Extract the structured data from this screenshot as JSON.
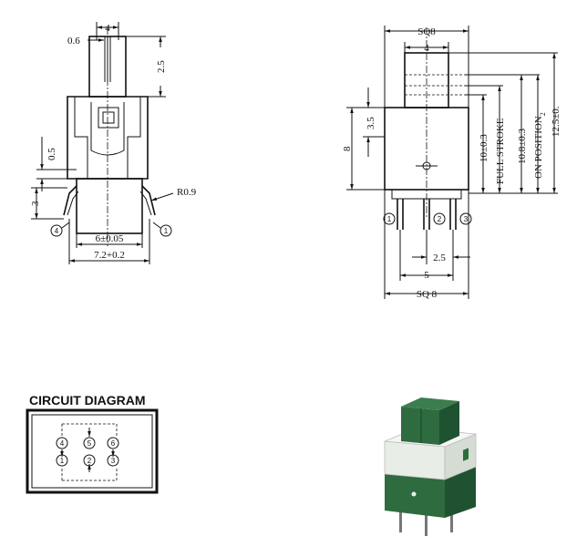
{
  "left_view": {
    "dims": {
      "d_4": "4",
      "d_0_6": "0.6",
      "d_2_5": "2.5",
      "d_0_5": "0.5",
      "d_3": "3",
      "r_0_9": "R0.9",
      "d_6": "6±0.05",
      "d_7_2": "7.2+0.2"
    },
    "pins": [
      "4",
      "1"
    ]
  },
  "right_view": {
    "dims": {
      "sq8_top": "SQ8",
      "d_4": "4",
      "d_3_5": "3.5",
      "d_8": "8",
      "d_10": "10±0.3",
      "full_stroke": "FULL STROKE",
      "d_10_8": "10.8±0.3",
      "on_position": "ON POSITION",
      "on_position_sub": "2",
      "d_12_5": "12.5±0.",
      "d_2_5": "2.5",
      "d_5": "5",
      "sq8_bottom": "SQ 8"
    },
    "pins": [
      "1",
      "2",
      "3"
    ]
  },
  "circuit": {
    "title": "CIRCUIT DIAGRAM",
    "pins_top": [
      "4",
      "5",
      "6"
    ],
    "pins_bottom": [
      "1",
      "2",
      "3"
    ]
  },
  "colors": {
    "switch_green": "#2e6b3f",
    "switch_dark": "#1f5230",
    "switch_light": "#e8ede8"
  }
}
